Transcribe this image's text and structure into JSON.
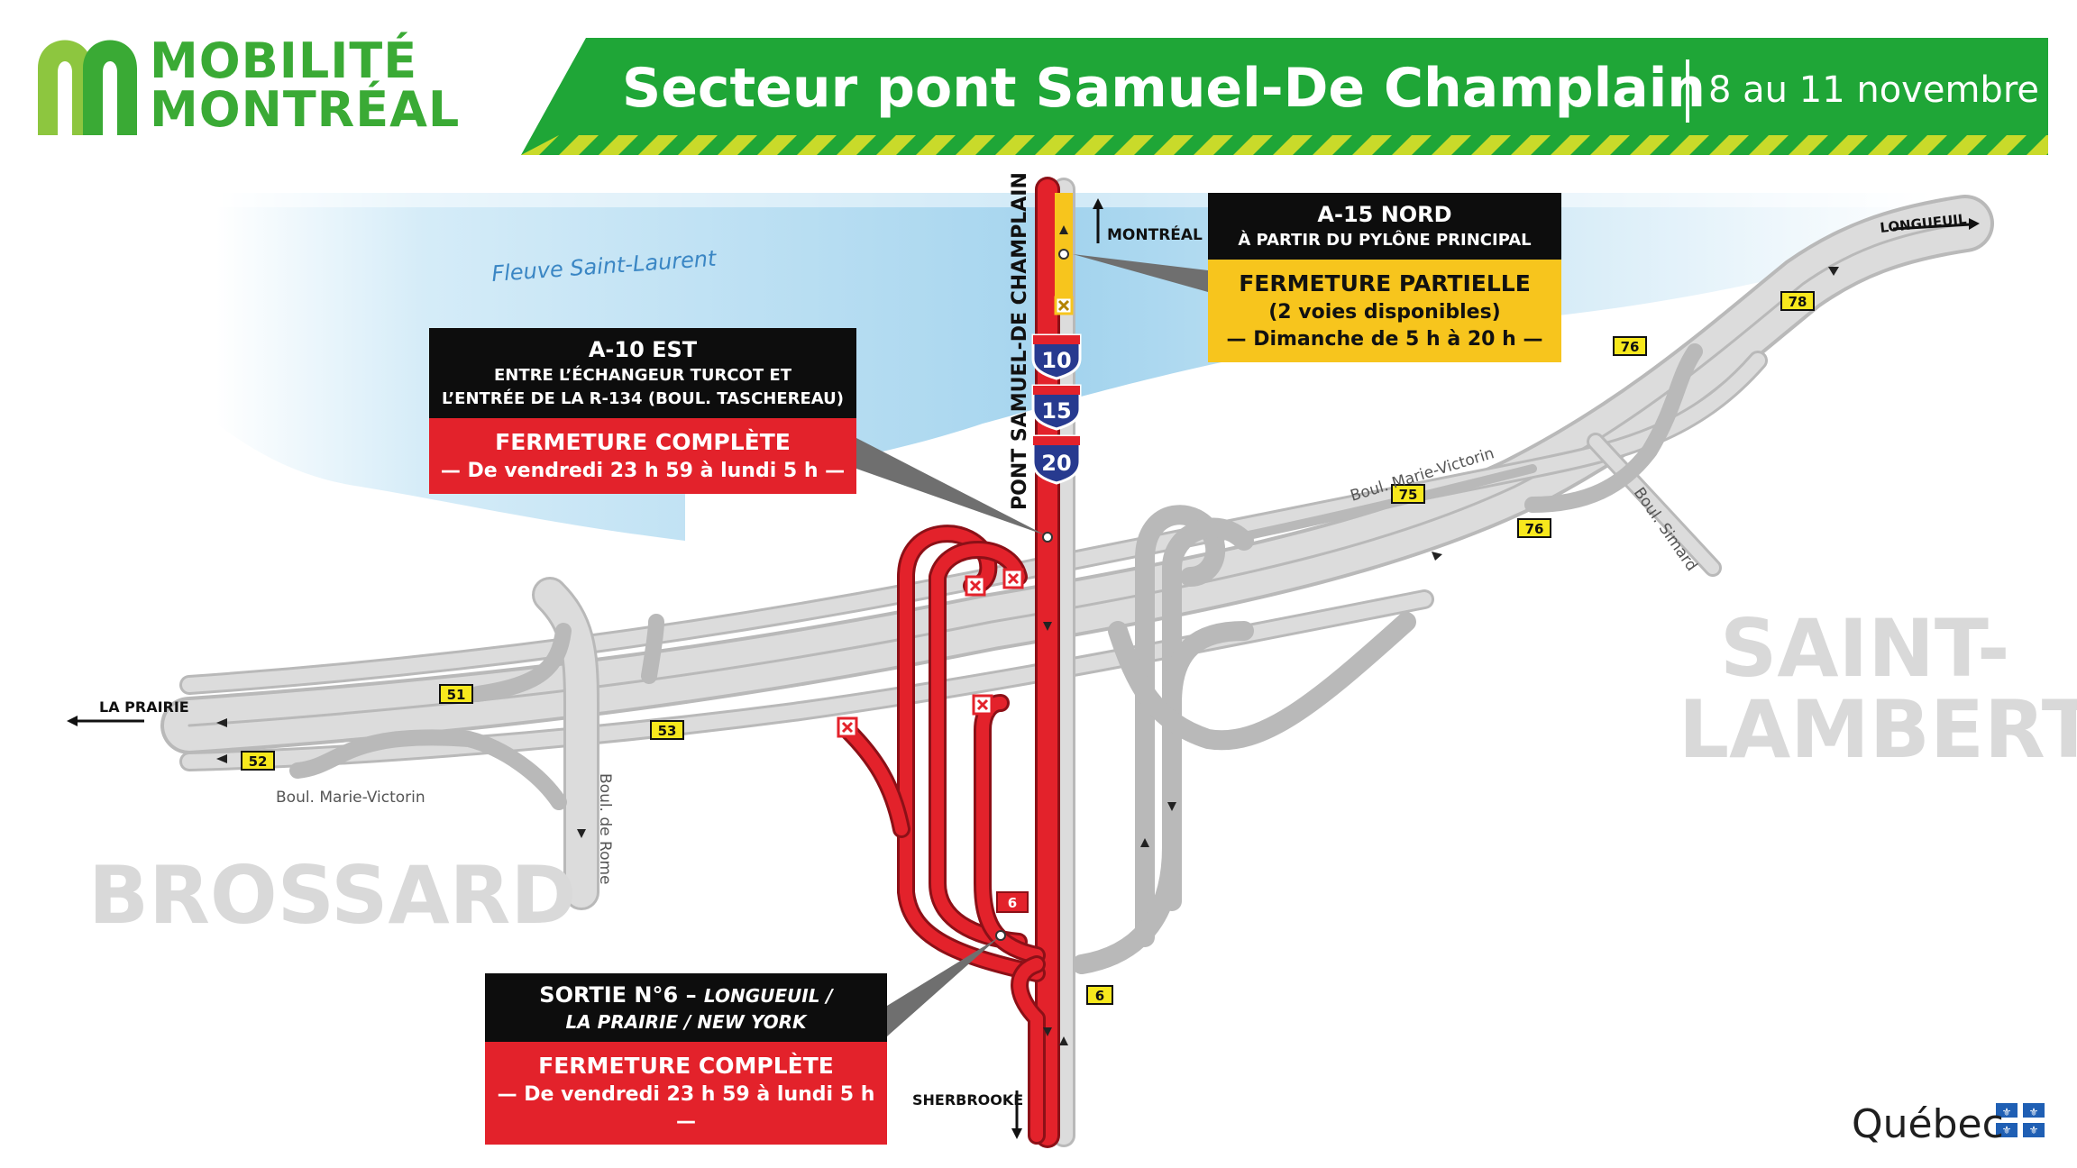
{
  "header": {
    "logo_line1": "MOBILITÉ",
    "logo_line2": "MONTRÉAL",
    "title": "Secteur pont Samuel-De Champlain",
    "date": "8 au 11 novembre"
  },
  "map_labels": {
    "river": "Fleuve Saint-Laurent",
    "bridge": "PONT SAMUEL-DE CHAMPLAIN",
    "montreal": "MONTRÉAL",
    "longueuil": "LONGUEUIL",
    "la_prairie": "LA PRAIRIE",
    "sherbrooke": "SHERBROOKE",
    "boul_marie_victorin_east": "Boul. Marie-Victorin",
    "boul_marie_victorin_west": "Boul. Marie-Victorin",
    "boul_simard": "Boul. Simard",
    "boul_de_rome": "Boul. de Rome",
    "city_saint_1": "SAINT-",
    "city_saint_2": "LAMBERT",
    "city_brossard": "BROSSARD"
  },
  "exit_numbers": {
    "e51": "51",
    "e52": "52",
    "e53": "53",
    "e75": "75",
    "e76a": "76",
    "e76b": "76",
    "e78": "78",
    "e6": "6",
    "e6_red": "6"
  },
  "shields": [
    "10",
    "15",
    "20"
  ],
  "panels": {
    "a15": {
      "road": "A-15 NORD",
      "detail": "À PARTIR DU PYLÔNE PRINCIPAL",
      "status": "FERMETURE PARTIELLE",
      "note": "(2 voies disponibles)",
      "period": "— Dimanche de 5 h à 20 h —"
    },
    "a10": {
      "road": "A-10 EST",
      "detail1": "ENTRE L’ÉCHANGEUR TURCOT ET",
      "detail2": "L’ENTRÉE DE LA R-134 (BOUL. TASCHEREAU)",
      "status": "FERMETURE COMPLÈTE",
      "period": "— De vendredi 23 h 59 à lundi 5 h —"
    },
    "exit6": {
      "road": "SORTIE N°6 –",
      "road_italic": "LONGUEUIL /",
      "detail": "LA PRAIRIE / NEW YORK",
      "status": "FERMETURE COMPLÈTE",
      "period": "— De vendredi 23 h 59 à lundi 5 h —"
    }
  },
  "footer": {
    "brand": "Québec"
  },
  "colors": {
    "green": "#1fa637",
    "lime": "#c9da2a",
    "river": "#a9d6ee",
    "road": "#d3d3d3",
    "closure_red": "#e3222b",
    "partial_yellow": "#f7c51d",
    "label_grey": "#d9d9d9",
    "shield_blue": "#273a8f"
  }
}
